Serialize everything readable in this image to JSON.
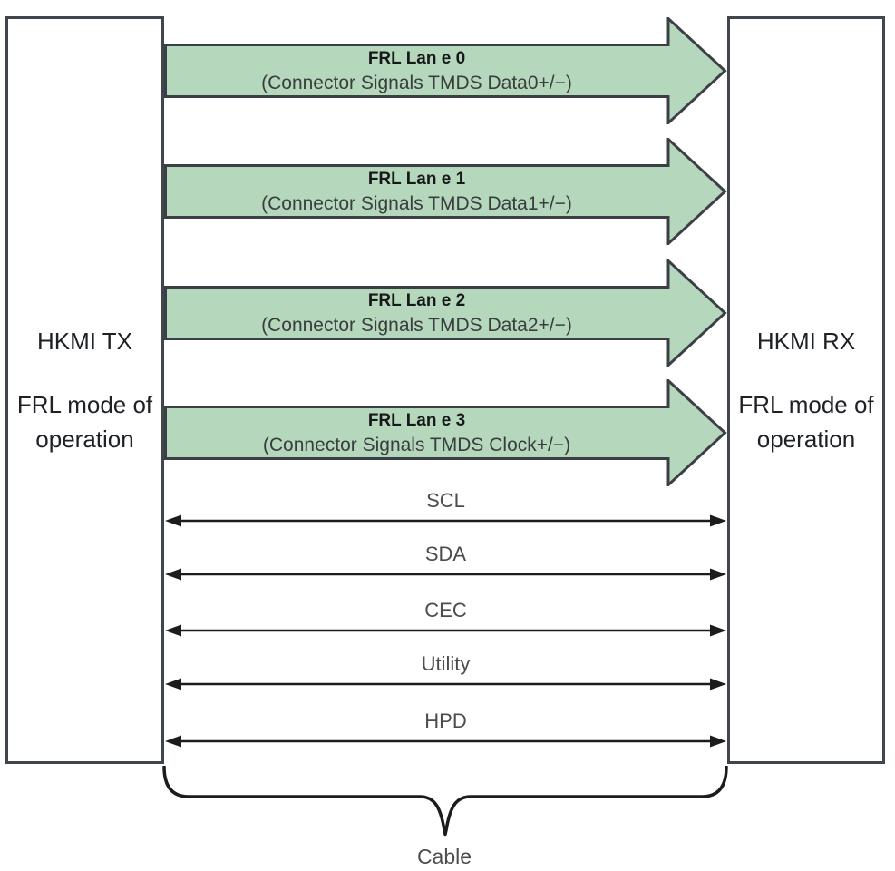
{
  "diagram": {
    "tx_box": {
      "line1": "HKMI TX",
      "line2": "FRL mode of",
      "line3": "operation"
    },
    "rx_box": {
      "line1": "HKMI RX",
      "line2": "FRL mode of",
      "line3": "operation"
    },
    "frl_lanes": [
      {
        "title": "FRL Lan e 0",
        "subtitle": "(Connector Signals TMDS Data0+/−)"
      },
      {
        "title": "FRL Lan e 1",
        "subtitle": "(Connector Signals TMDS Data1+/−)"
      },
      {
        "title": "FRL Lan e 2",
        "subtitle": "(Connector Signals TMDS Data2+/−)"
      },
      {
        "title": "FRL Lan e 3",
        "subtitle": "(Connector Signals TMDS Clock+/−)"
      }
    ],
    "signals": [
      {
        "label": "SCL"
      },
      {
        "label": "SDA"
      },
      {
        "label": "CEC"
      },
      {
        "label": "Utility"
      },
      {
        "label": "HPD"
      }
    ],
    "cable_label": "Cable",
    "colors": {
      "arrow_fill": "#b5d8bd",
      "arrow_stroke": "#3b4047",
      "line_color": "#1c1c1e",
      "box_border": "#41464d",
      "text_color": "#1e2126",
      "subtitle_color": "#3a3d3f",
      "signal_label_color": "#4a4c4e"
    }
  }
}
